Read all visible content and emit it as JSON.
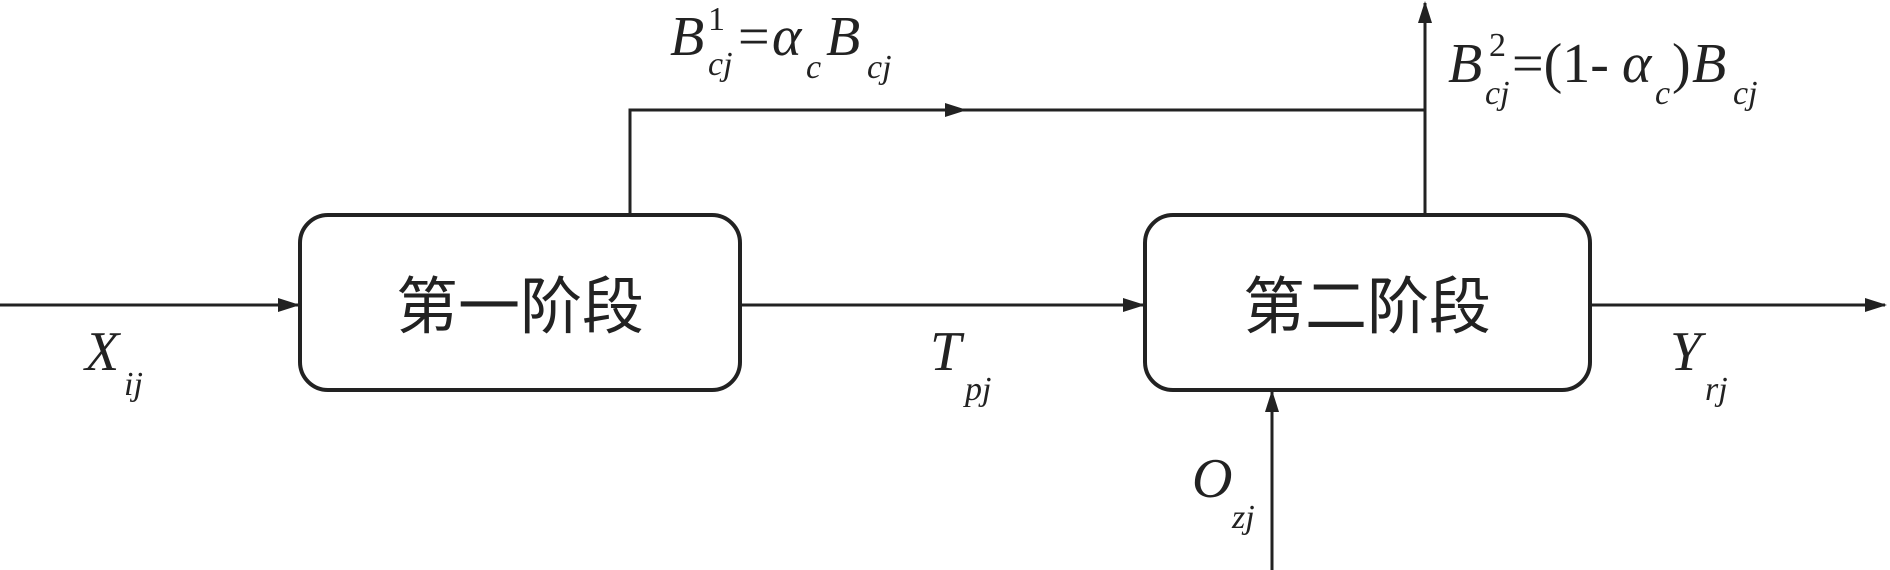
{
  "stages": [
    {
      "label": "第一阶段"
    },
    {
      "label": "第二阶段"
    }
  ],
  "labels": {
    "x_in": {
      "base": "X",
      "sub": "ij"
    },
    "t_mid": {
      "base": "T",
      "sub": "pj"
    },
    "y_out": {
      "base": "Y",
      "sub": "rj"
    },
    "o_in": {
      "base": "O",
      "sub": "zj"
    },
    "b1": {
      "base": "B",
      "sub": "cj",
      "sup": "1",
      "eq": "=",
      "alpha": "α",
      "alpha_sub": "c",
      "rhs_base": "B",
      "rhs_sub": "cj"
    },
    "b2": {
      "base": "B",
      "sub": "cj",
      "sup": "2",
      "eq": "=(1-",
      "alpha": "α",
      "alpha_sub": "c",
      "close": ")",
      "rhs_base": "B",
      "rhs_sub": "cj"
    }
  }
}
